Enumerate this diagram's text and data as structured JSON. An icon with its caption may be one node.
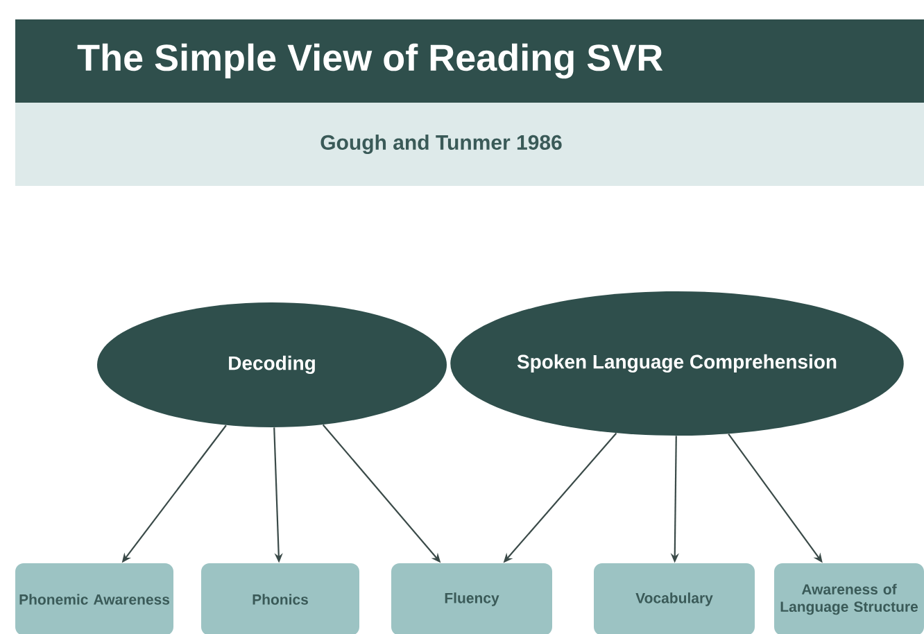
{
  "diagram": {
    "title": "The Simple View of Reading SVR",
    "nodes": [
      {
        "text": [
          "Decoding"
        ]
      },
      {
        "text": [
          "Spoken Language Comprehension"
        ]
      },
      {
        "text": [
          "Phonemic Awareness"
        ]
      },
      {
        "text": [
          "Phonics"
        ]
      },
      {
        "text": [
          "Fluency"
        ]
      },
      {
        "text": [
          "Vocabulary"
        ]
      },
      {
        "text": [
          "Awareness of Language Structure"
        ]
      }
    ],
    "edges": [
      {
        "from": 0,
        "to": 2,
        "arrow": "to"
      },
      {
        "from": 0,
        "to": 3,
        "arrow": "to"
      },
      {
        "from": 0,
        "to": 4,
        "arrow": "to"
      },
      {
        "from": 1,
        "to": 4,
        "arrow": "to"
      },
      {
        "from": 1,
        "to": 5,
        "arrow": "to"
      },
      {
        "from": 1,
        "to": 6,
        "arrow": "to"
      }
    ],
    "labels": [
      "Gough and Tunmer 1986"
    ]
  }
}
